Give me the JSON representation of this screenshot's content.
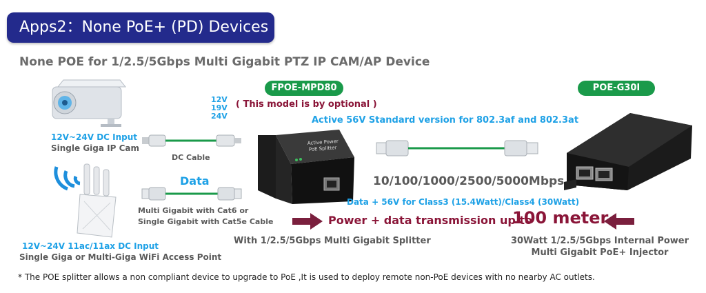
{
  "banner": {
    "title": "Apps2：None PoE+ (PD) Devices"
  },
  "subtitle": "None POE for 1/2.5/5Gbps Multi Gigabit PTZ IP CAM/AP Device",
  "camera": {
    "input": "12V~24V DC Input",
    "name": "Single Giga IP Cam"
  },
  "voltages": [
    "12V",
    "19V",
    "24V"
  ],
  "optional_note": "( This model is by optional )",
  "splitter": {
    "model": "FPOE-MPD80",
    "caption": "With 1/2.5/5Gbps Multi Gigabit Splitter",
    "device_label_1": "Active Power",
    "device_label_2": "PoE Splitter"
  },
  "dc_cable": "DC Cable",
  "data_label": "Data",
  "cat_cable": {
    "line1": "Multi Gigabit with Cat6 or",
    "line2": "Single Gigabit with Cat5e Cable"
  },
  "ap": {
    "input": "12V~24V 11ac/11ax DC Input",
    "name": "Single Giga or Multi-Giga WiFi Access Point"
  },
  "standard": "Active 56V Standard version for 802.3af and 802.3at",
  "speeds": "10/100/1000/2500/5000Mbps",
  "power_class": "Data + 56V for Class3 (15.4Watt)/Class4 (30Watt)",
  "transmission": {
    "text": "Power + data transmission up to",
    "distance": "100 meter"
  },
  "injector": {
    "model": "POE-G30I",
    "line1": "30Watt 1/2.5/5Gbps Internal Power",
    "line2": "Multi Gigabit PoE+ Injector"
  },
  "footnote": "* The POE splitter allows a non compliant device to upgrade to PoE ,It is used to deploy remote non-PoE devices with no nearby AC outlets.",
  "colors": {
    "banner": "#232a8c",
    "pill": "#1a9a4a",
    "blue_text": "#1ea1e6",
    "maroon": "#8a1538",
    "gray_text": "#5a5a5a",
    "cable": "#1a9a4a"
  }
}
